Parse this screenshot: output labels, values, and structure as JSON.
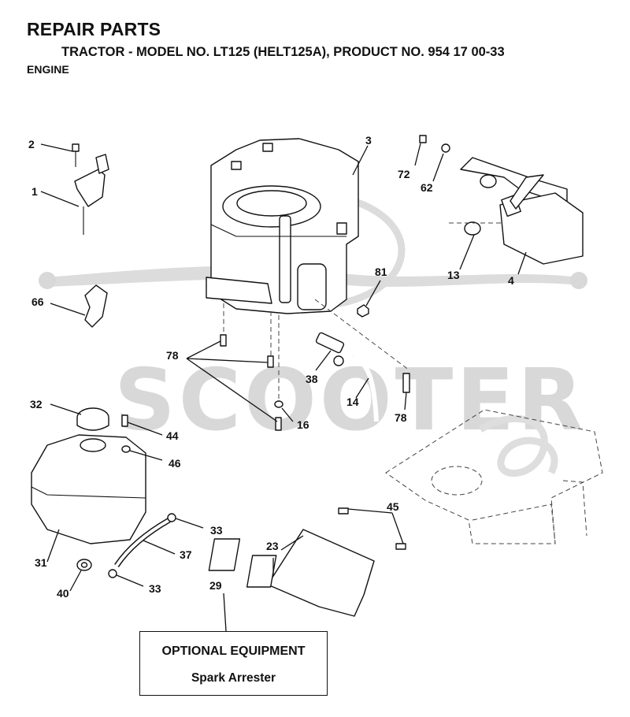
{
  "header": {
    "title": "REPAIR PARTS",
    "subtitle": "TRACTOR - MODEL NO. LT125 (HELT125A), PRODUCT NO. 954 17 00-33",
    "section": "ENGINE"
  },
  "callouts": {
    "c1": "1",
    "c2": "2",
    "c3": "3",
    "c4": "4",
    "c13": "13",
    "c14": "14",
    "c16": "16",
    "c23": "23",
    "c29": "29",
    "c31": "31",
    "c32": "32",
    "c33a": "33",
    "c33b": "33",
    "c37": "37",
    "c38": "38",
    "c40": "40",
    "c44": "44",
    "c45": "45",
    "c46": "46",
    "c62": "62",
    "c66": "66",
    "c72": "72",
    "c78a": "78",
    "c78b": "78",
    "c81": "81"
  },
  "optional_equipment": {
    "title": "OPTIONAL EQUIPMENT",
    "item": "Spark Arrester"
  },
  "watermark": {
    "text": "SCOOTER",
    "color": "#d8d8d8"
  }
}
